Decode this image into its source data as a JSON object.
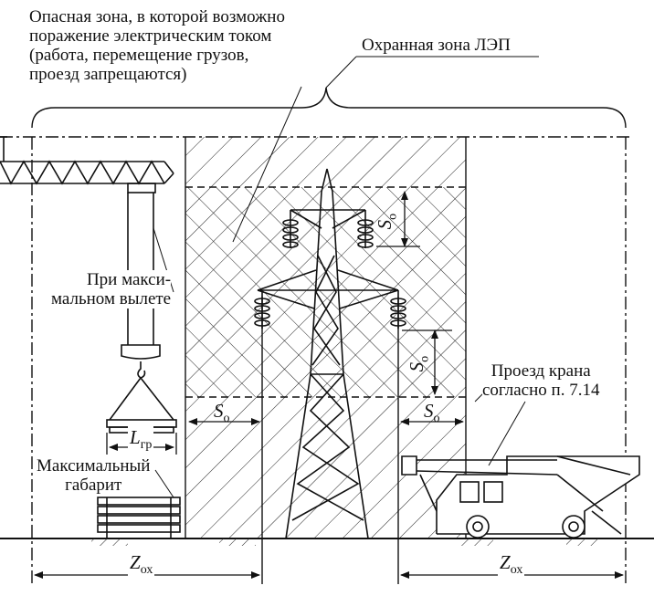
{
  "labels": {
    "danger_zone": [
      "Опасная зона, в которой возможно",
      "поражение электрическим током",
      "(работа, перемещение грузов,",
      "проезд запрещаются)"
    ],
    "protection_zone": "Охранная зона ЛЭП",
    "max_reach": [
      "При макси-",
      "мальном вылете"
    ],
    "max_size": [
      "Максимальный",
      "габарит"
    ],
    "crane_passage": [
      "Проезд крана",
      "согласно п. 7.14"
    ]
  },
  "dimensions": {
    "load_length": {
      "symbol": "L",
      "sub": "гр"
    },
    "safe_distance": {
      "symbol": "S",
      "sub": "о"
    },
    "protection_width": {
      "symbol": "Z",
      "sub": "ох"
    }
  }
}
